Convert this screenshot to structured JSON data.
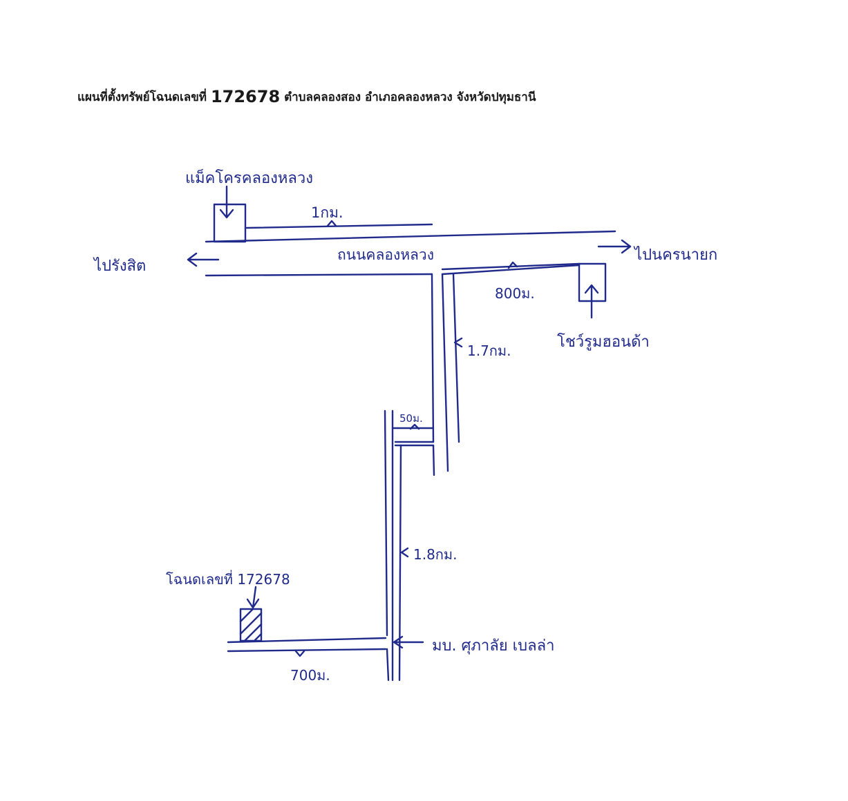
{
  "title": {
    "prefix": "แผนที่ตั้งทรัพย์โฉนดเลขที่",
    "deed_number": "172678",
    "suffix": "ตำบลคลองสอง อำเภอคลองหลวง จังหวัดปทุมธานี"
  },
  "map": {
    "ink_color": "#1f2a8a",
    "labels": {
      "makro": "แม็คโครคลองหลวง",
      "dist_1km": "1กม.",
      "to_rangsit": "ไปรังสิต",
      "road_name": "ถนนคลองหลวง",
      "to_nakhon_nayok": "ไปนครนายก",
      "dist_800m": "800ม.",
      "honda": "โชว์รูมฮอนด้า",
      "dist_1_7km": "1.7กม.",
      "dist_50m": "50ม.",
      "dist_1_8km": "1.8กม.",
      "deed_label": "โฉนดเลขที่ 172678",
      "village": "มบ. ศุภาลัย เบลล่า",
      "dist_700m": "700ม."
    }
  }
}
